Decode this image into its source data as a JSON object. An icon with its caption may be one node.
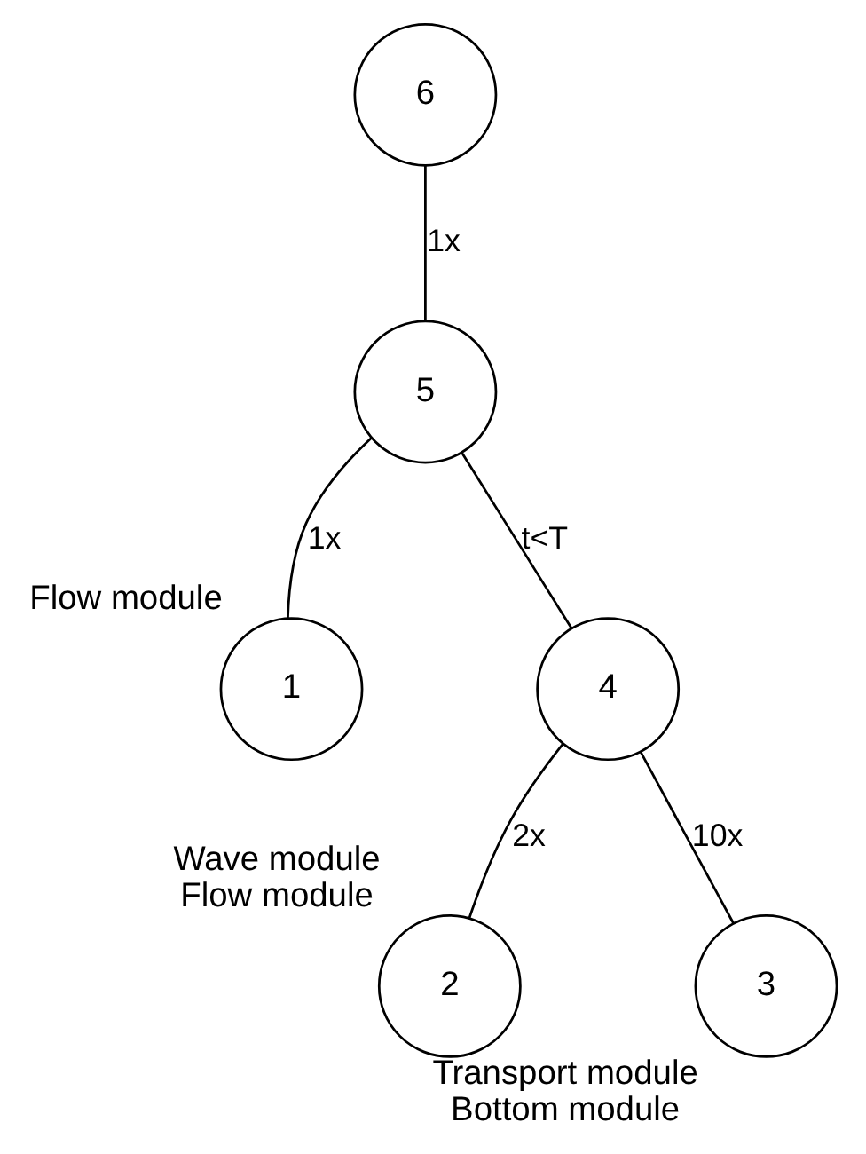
{
  "diagram": {
    "nodes": [
      {
        "text": [
          "6"
        ]
      },
      {
        "text": [
          "5"
        ]
      },
      {
        "text": [
          "1"
        ],
        "beside": [
          "Flow module"
        ]
      },
      {
        "text": [
          "4"
        ]
      },
      {
        "text": [
          "2"
        ],
        "beside": [
          "Wave module",
          "Flow module"
        ]
      },
      {
        "text": [
          "3"
        ],
        "beside": [
          "Transport module",
          "Bottom module"
        ]
      }
    ],
    "edges": [
      {
        "from": 0,
        "to": 1,
        "arrow": "none",
        "label": "1x"
      },
      {
        "from": 1,
        "to": 2,
        "arrow": "none",
        "label": "1x"
      },
      {
        "from": 1,
        "to": 3,
        "arrow": "none",
        "label": "t<T"
      },
      {
        "from": 3,
        "to": 4,
        "arrow": "none",
        "label": "2x"
      },
      {
        "from": 3,
        "to": 5,
        "arrow": "none",
        "label": "10x"
      }
    ]
  }
}
